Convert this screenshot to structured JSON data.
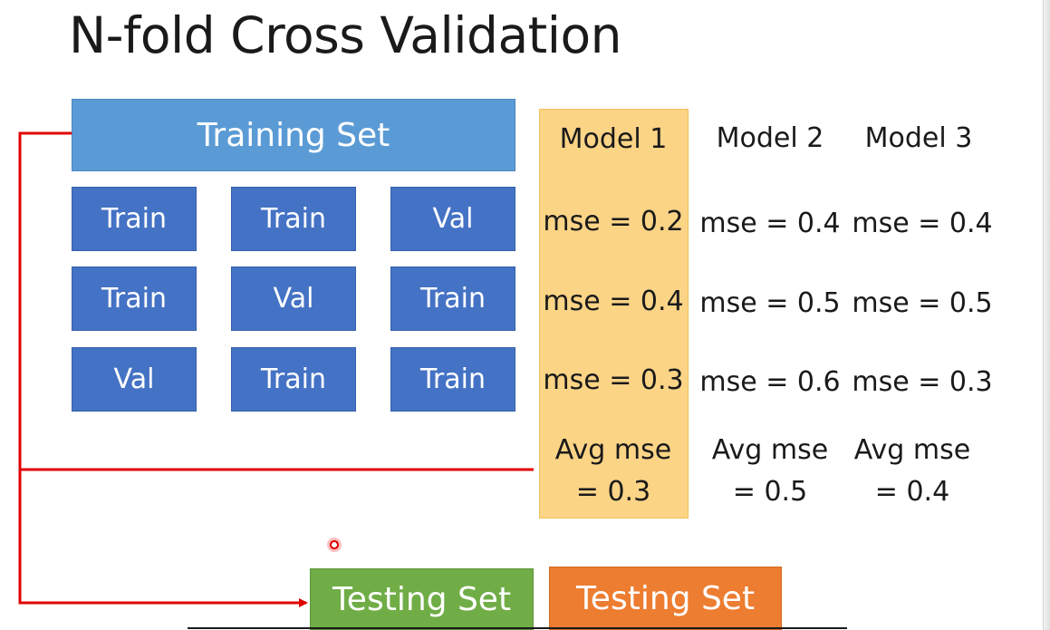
{
  "slide": {
    "title": "N-fold Cross Validation",
    "training_set_label": "Training Set",
    "folds": [
      [
        "Train",
        "Train",
        "Val"
      ],
      [
        "Train",
        "Val",
        "Train"
      ],
      [
        "Val",
        "Train",
        "Train"
      ]
    ],
    "models": [
      {
        "name": "Model 1",
        "mse": [
          "mse = 0.2",
          "mse = 0.4",
          "mse = 0.3"
        ],
        "avg_line1": "Avg mse",
        "avg_line2": "= 0.3",
        "highlighted": true
      },
      {
        "name": "Model 2",
        "mse": [
          "mse = 0.4",
          "mse = 0.5",
          "mse = 0.6"
        ],
        "avg_line1": "Avg mse",
        "avg_line2": "= 0.5",
        "highlighted": false
      },
      {
        "name": "Model 3",
        "mse": [
          "mse = 0.4",
          "mse = 0.5",
          "mse = 0.3"
        ],
        "avg_line1": "Avg mse",
        "avg_line2": "= 0.4",
        "highlighted": false
      }
    ],
    "testing_set_label_green": "Testing Set",
    "testing_set_label_orange": "Testing Set",
    "colors": {
      "training_set": "#5b9bd5",
      "fold_box": "#4472c4",
      "highlight": "#fcd486",
      "testing_green": "#70ad47",
      "testing_orange": "#ed7d31",
      "connector": "#e00000"
    }
  }
}
